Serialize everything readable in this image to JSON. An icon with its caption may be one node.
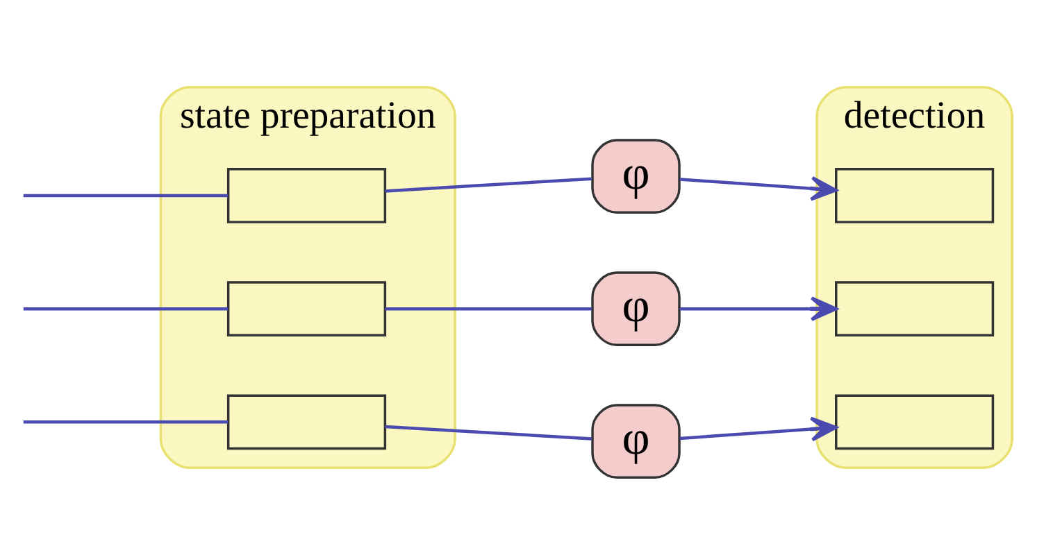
{
  "diagram": {
    "nodes": [
      {
        "text": [
          "state preparation"
        ]
      },
      {
        "text": [
          "detection"
        ]
      },
      {
        "text": [],
        "shape": "box",
        "in": 0
      },
      {
        "text": [],
        "shape": "box",
        "in": 0
      },
      {
        "text": [],
        "shape": "box",
        "in": 0
      },
      {
        "text": [
          "φ"
        ]
      },
      {
        "text": [
          "φ"
        ]
      },
      {
        "text": [
          "φ"
        ]
      },
      {
        "text": [],
        "shape": "box",
        "in": 1
      },
      {
        "text": [],
        "shape": "box",
        "in": 1
      },
      {
        "text": [],
        "shape": "box",
        "in": 1
      }
    ],
    "edges": [
      {
        "from": null,
        "to": 2,
        "arrow": "none"
      },
      {
        "from": null,
        "to": 3,
        "arrow": "none"
      },
      {
        "from": null,
        "to": 4,
        "arrow": "none"
      },
      {
        "from": 2,
        "to": 5,
        "arrow": "none"
      },
      {
        "from": 5,
        "to": 8,
        "arrow": "to"
      },
      {
        "from": 3,
        "to": 6,
        "arrow": "none"
      },
      {
        "from": 6,
        "to": 9,
        "arrow": "to"
      },
      {
        "from": 4,
        "to": 7,
        "arrow": "none"
      },
      {
        "from": 7,
        "to": 10,
        "arrow": "to"
      }
    ]
  }
}
